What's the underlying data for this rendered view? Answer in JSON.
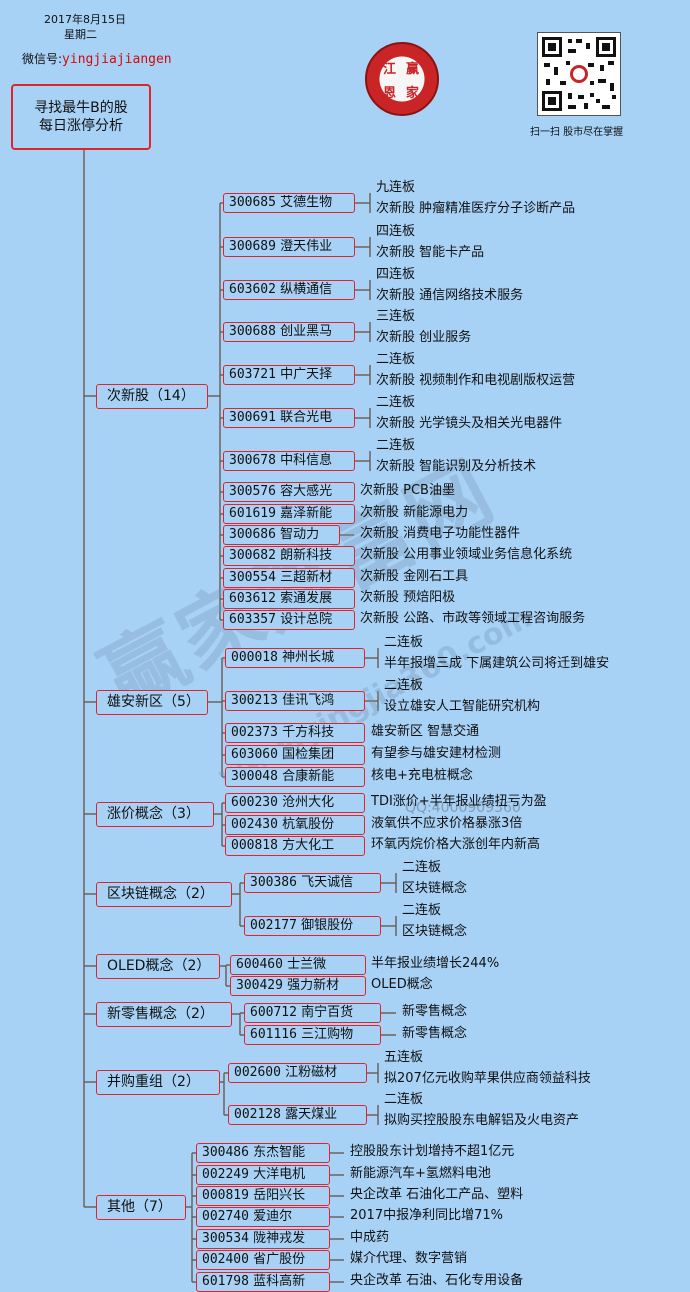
{
  "header": {
    "date": "2017年8月15日",
    "weekday": "星期二",
    "wechat_label": "微信号:",
    "wechat_id": "yingjiajiangen",
    "logo_chars": [
      "江",
      "赢",
      "恩",
      "家"
    ],
    "qr_caption": "扫一扫  股市尽在掌握"
  },
  "title": [
    "寻找最牛B的股",
    "每日涨停分析"
  ],
  "watermark": {
    "big": "赢家财富网",
    "url": "www.yingjia360.com",
    "qq": "QQ:4000909360"
  },
  "colors": {
    "background": "#a7d2f6",
    "border": "#e0242e",
    "line": "#6a5a52",
    "accent_text": "#d10a0a"
  },
  "categories": [
    {
      "label": "次新股（14）",
      "stocks": [
        {
          "code": "300685",
          "name": "艾德生物",
          "desc": [
            "九连板",
            "次新股  肿瘤精准医疗分子诊断产品"
          ]
        },
        {
          "code": "300689",
          "name": "澄天伟业",
          "desc": [
            "四连板",
            "次新股  智能卡产品"
          ]
        },
        {
          "code": "603602",
          "name": "纵横通信",
          "desc": [
            "四连板",
            "次新股  通信网络技术服务"
          ]
        },
        {
          "code": "300688",
          "name": "创业黑马",
          "desc": [
            "三连板",
            "次新股  创业服务"
          ]
        },
        {
          "code": "603721",
          "name": "中广天择",
          "desc": [
            "二连板",
            "次新股  视频制作和电视剧版权运营"
          ]
        },
        {
          "code": "300691",
          "name": "联合光电",
          "desc": [
            "二连板",
            "次新股  光学镜头及相关光电器件"
          ]
        },
        {
          "code": "300678",
          "name": "中科信息",
          "desc": [
            "二连板",
            "次新股  智能识别及分析技术"
          ]
        },
        {
          "code": "300576",
          "name": "容大感光",
          "desc": [
            "次新股  PCB油墨"
          ]
        },
        {
          "code": "601619",
          "name": "嘉泽新能",
          "desc": [
            "次新股  新能源电力"
          ]
        },
        {
          "code": "300686",
          "name": "智动力",
          "desc": [
            "次新股  消费电子功能性器件"
          ]
        },
        {
          "code": "300682",
          "name": "朗新科技",
          "desc": [
            "次新股  公用事业领域业务信息化系统"
          ]
        },
        {
          "code": "300554",
          "name": "三超新材",
          "desc": [
            "次新股  金刚石工具"
          ]
        },
        {
          "code": "603612",
          "name": "索通发展",
          "desc": [
            "次新股  预焙阳极"
          ]
        },
        {
          "code": "603357",
          "name": "设计总院",
          "desc": [
            "次新股  公路、市政等领域工程咨询服务"
          ]
        }
      ]
    },
    {
      "label": "雄安新区（5）",
      "stocks": [
        {
          "code": "000018",
          "name": "神州长城",
          "desc": [
            "二连板",
            "半年报增三成  下属建筑公司将迁到雄安"
          ]
        },
        {
          "code": "300213",
          "name": "佳讯飞鸿",
          "desc": [
            "二连板",
            "设立雄安人工智能研究机构"
          ]
        },
        {
          "code": "002373",
          "name": "千方科技",
          "desc": [
            "雄安新区  智慧交通"
          ]
        },
        {
          "code": "603060",
          "name": "国检集团",
          "desc": [
            "有望参与雄安建材检测"
          ]
        },
        {
          "code": "300048",
          "name": "合康新能",
          "desc": [
            "核电+充电桩概念"
          ]
        }
      ]
    },
    {
      "label": "涨价概念（3）",
      "stocks": [
        {
          "code": "600230",
          "name": "沧州大化",
          "desc": [
            "TDI涨价+半年报业绩扭亏为盈"
          ]
        },
        {
          "code": "002430",
          "name": "杭氧股份",
          "desc": [
            "液氧供不应求价格暴涨3倍"
          ]
        },
        {
          "code": "000818",
          "name": "方大化工",
          "desc": [
            "环氧丙烷价格大涨创年内新高"
          ]
        }
      ]
    },
    {
      "label": "区块链概念（2）",
      "stocks": [
        {
          "code": "300386",
          "name": "飞天诚信",
          "desc": [
            "二连板",
            "区块链概念"
          ]
        },
        {
          "code": "002177",
          "name": "御银股份",
          "desc": [
            "二连板",
            "区块链概念"
          ]
        }
      ]
    },
    {
      "label": "OLED概念（2）",
      "stocks": [
        {
          "code": "600460",
          "name": "士兰微",
          "desc": [
            "半年报业绩增长244%"
          ]
        },
        {
          "code": "300429",
          "name": "强力新材",
          "desc": [
            "OLED概念"
          ]
        }
      ]
    },
    {
      "label": "新零售概念（2）",
      "stocks": [
        {
          "code": "600712",
          "name": "南宁百货",
          "desc": [
            "新零售概念"
          ]
        },
        {
          "code": "601116",
          "name": "三江购物",
          "desc": [
            "新零售概念"
          ]
        }
      ]
    },
    {
      "label": "并购重组（2）",
      "stocks": [
        {
          "code": "002600",
          "name": "江粉磁材",
          "desc": [
            "五连板",
            "拟207亿元收购苹果供应商领益科技"
          ]
        },
        {
          "code": "002128",
          "name": "露天煤业",
          "desc": [
            "二连板",
            "拟购买控股股东电解铝及火电资产"
          ]
        }
      ]
    },
    {
      "label": "其他（7）",
      "stocks": [
        {
          "code": "300486",
          "name": "东杰智能",
          "desc": [
            "控股股东计划增持不超1亿元"
          ]
        },
        {
          "code": "002249",
          "name": "大洋电机",
          "desc": [
            "新能源汽车+氢燃料电池"
          ]
        },
        {
          "code": "000819",
          "name": "岳阳兴长",
          "desc": [
            "央企改革  石油化工产品、塑料"
          ]
        },
        {
          "code": "002740",
          "name": "爱迪尔",
          "desc": [
            "2017中报净利同比增71%"
          ]
        },
        {
          "code": "300534",
          "name": "陇神戎发",
          "desc": [
            "中成药"
          ]
        },
        {
          "code": "002400",
          "name": "省广股份",
          "desc": [
            "媒介代理、数字营销"
          ]
        },
        {
          "code": "601798",
          "name": "蓝科高新",
          "desc": [
            "央企改革  石油、石化专用设备"
          ]
        }
      ]
    }
  ]
}
